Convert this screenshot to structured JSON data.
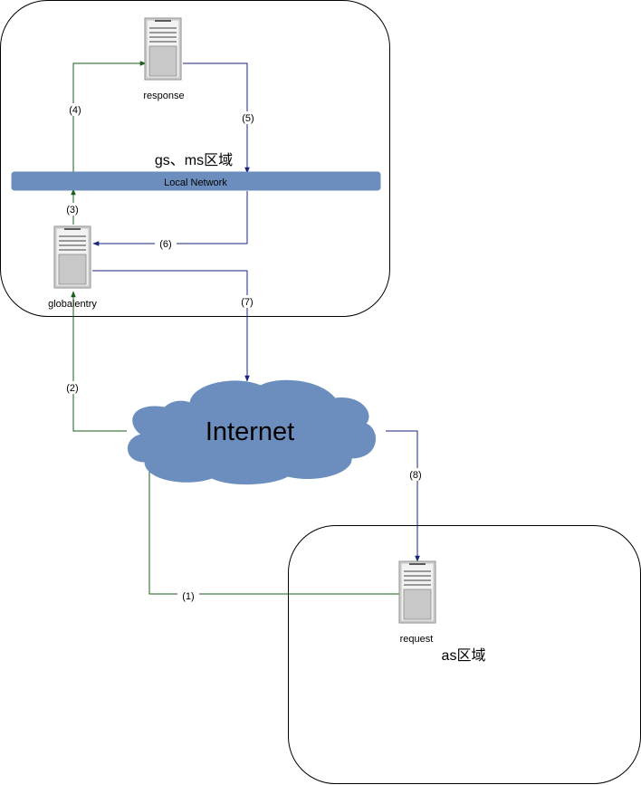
{
  "zones": {
    "upper": {
      "label": "gs、ms区域"
    },
    "lower": {
      "label": "as区域"
    }
  },
  "network": {
    "label": "Local Network"
  },
  "internet": {
    "label": "Internet"
  },
  "servers": {
    "response": {
      "label": "response",
      "icon": "server-icon"
    },
    "globalentry": {
      "label": "globalentry",
      "icon": "server-icon"
    },
    "request": {
      "label": "request",
      "icon": "server-icon"
    }
  },
  "steps": {
    "s1": "(1)",
    "s2": "(2)",
    "s3": "(3)",
    "s4": "(4)",
    "s5": "(5)",
    "s6": "(6)",
    "s7": "(7)",
    "s8": "(8)"
  },
  "colors": {
    "green_arrow": "#1a5e1a",
    "blue_arrow": "#1a237e",
    "network_bar": "#6c8ebf",
    "cloud": "#6c8ebf"
  }
}
